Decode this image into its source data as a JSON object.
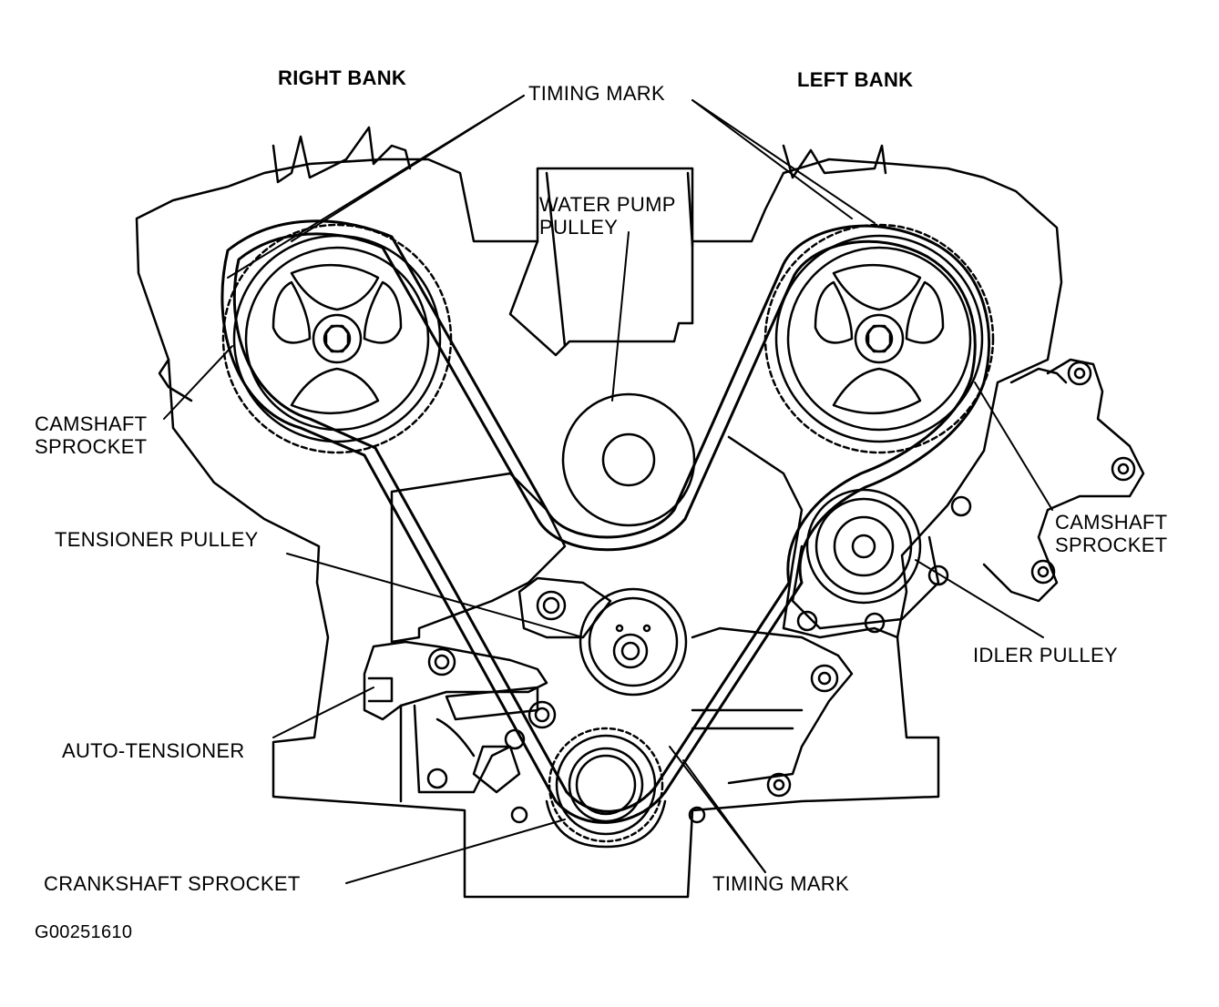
{
  "labels": {
    "right_bank": "RIGHT BANK",
    "left_bank": "LEFT BANK",
    "timing_mark_top": "TIMING MARK",
    "water_pump_line1": "WATER PUMP",
    "water_pump_line2": "PULLEY",
    "camshaft_left_line1": "CAMSHAFT",
    "camshaft_left_line2": "SPROCKET",
    "camshaft_right_line1": "CAMSHAFT",
    "camshaft_right_line2": "SPROCKET",
    "tensioner_pulley": "TENSIONER PULLEY",
    "idler_pulley": "IDLER PULLEY",
    "auto_tensioner": "AUTO-TENSIONER",
    "crankshaft_sprocket": "CRANKSHAFT SPROCKET",
    "timing_mark_bottom": "TIMING MARK",
    "figure_id": "G00251610"
  }
}
